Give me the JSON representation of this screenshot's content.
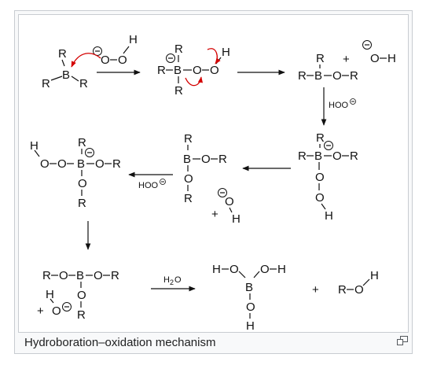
{
  "figure": {
    "caption": "Hydroboration–oxidation mechanism",
    "enlarge_icon": "enlarge-icon"
  },
  "labels": {
    "hoo_minus": "HOO",
    "water": "H",
    "water_sub": "2",
    "water_o": "O",
    "plus": "+"
  },
  "atoms": {
    "R": "R",
    "B": "B",
    "O": "O",
    "H": "H",
    "minus": "−"
  },
  "colors": {
    "curved_arrow": "#d40000",
    "ink": "#111111",
    "frame_border": "#c8ccd1",
    "frame_bg": "#f8f9fa"
  }
}
